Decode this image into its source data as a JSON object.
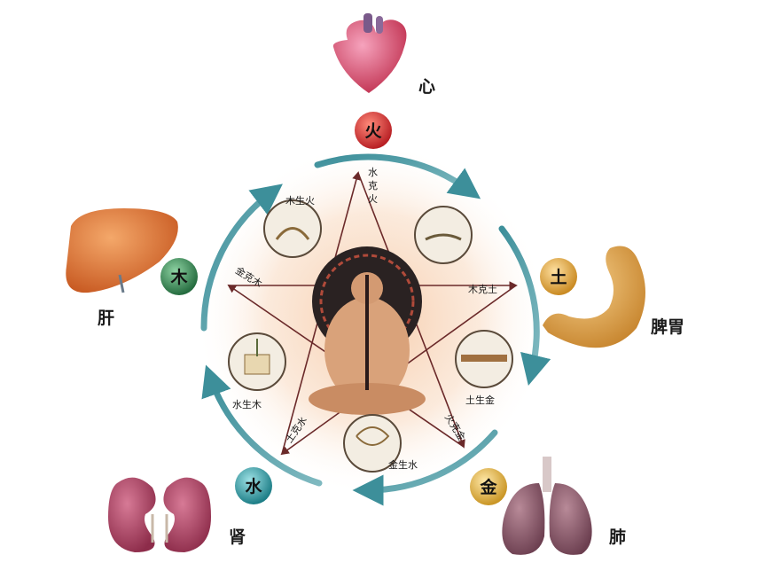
{
  "elements": {
    "fire": {
      "char": "火",
      "organ": "心",
      "color": "#d63a3a"
    },
    "earth": {
      "char": "土",
      "organ": "脾胃",
      "color": "#e0a93a"
    },
    "metal": {
      "char": "金",
      "organ": "肺",
      "color": "#e3b53c"
    },
    "water": {
      "char": "水",
      "organ": "肾",
      "color": "#2f9aa3"
    },
    "wood": {
      "char": "木",
      "organ": "肝",
      "color": "#3b8a56"
    }
  },
  "generating": {
    "wood_fire": "木生火",
    "earth_metal": "土生金",
    "metal_water": "金生水",
    "water_wood": "水生木"
  },
  "controlling": {
    "water_fire": [
      "水",
      "克",
      "火"
    ],
    "wood_earth": "木克土",
    "fire_metal": "火克金",
    "earth_water": "土克水",
    "metal_wood": "金克木"
  }
}
